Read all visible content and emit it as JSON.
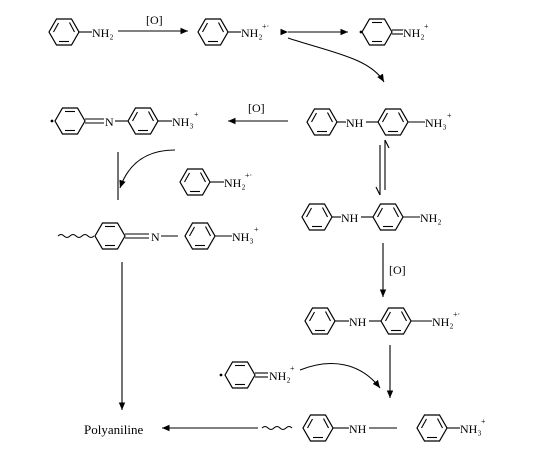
{
  "reagents": {
    "oxidant_top": "[O]",
    "oxidant_middle": "[O]",
    "oxidant_right": "[O]"
  },
  "groups": {
    "nh2": "NH₂",
    "nh2_cation_radical": "NH₂",
    "nh2_cation_radical_mark": "+·",
    "nh3_cation": "NH₃",
    "nh3_cation_mark": "+",
    "nh_bridge": "NH",
    "n_imine": "N",
    "imine_nh2": "NH₂",
    "imine_nh2_mark": "+"
  },
  "product": {
    "label": "Polyaniline"
  }
}
